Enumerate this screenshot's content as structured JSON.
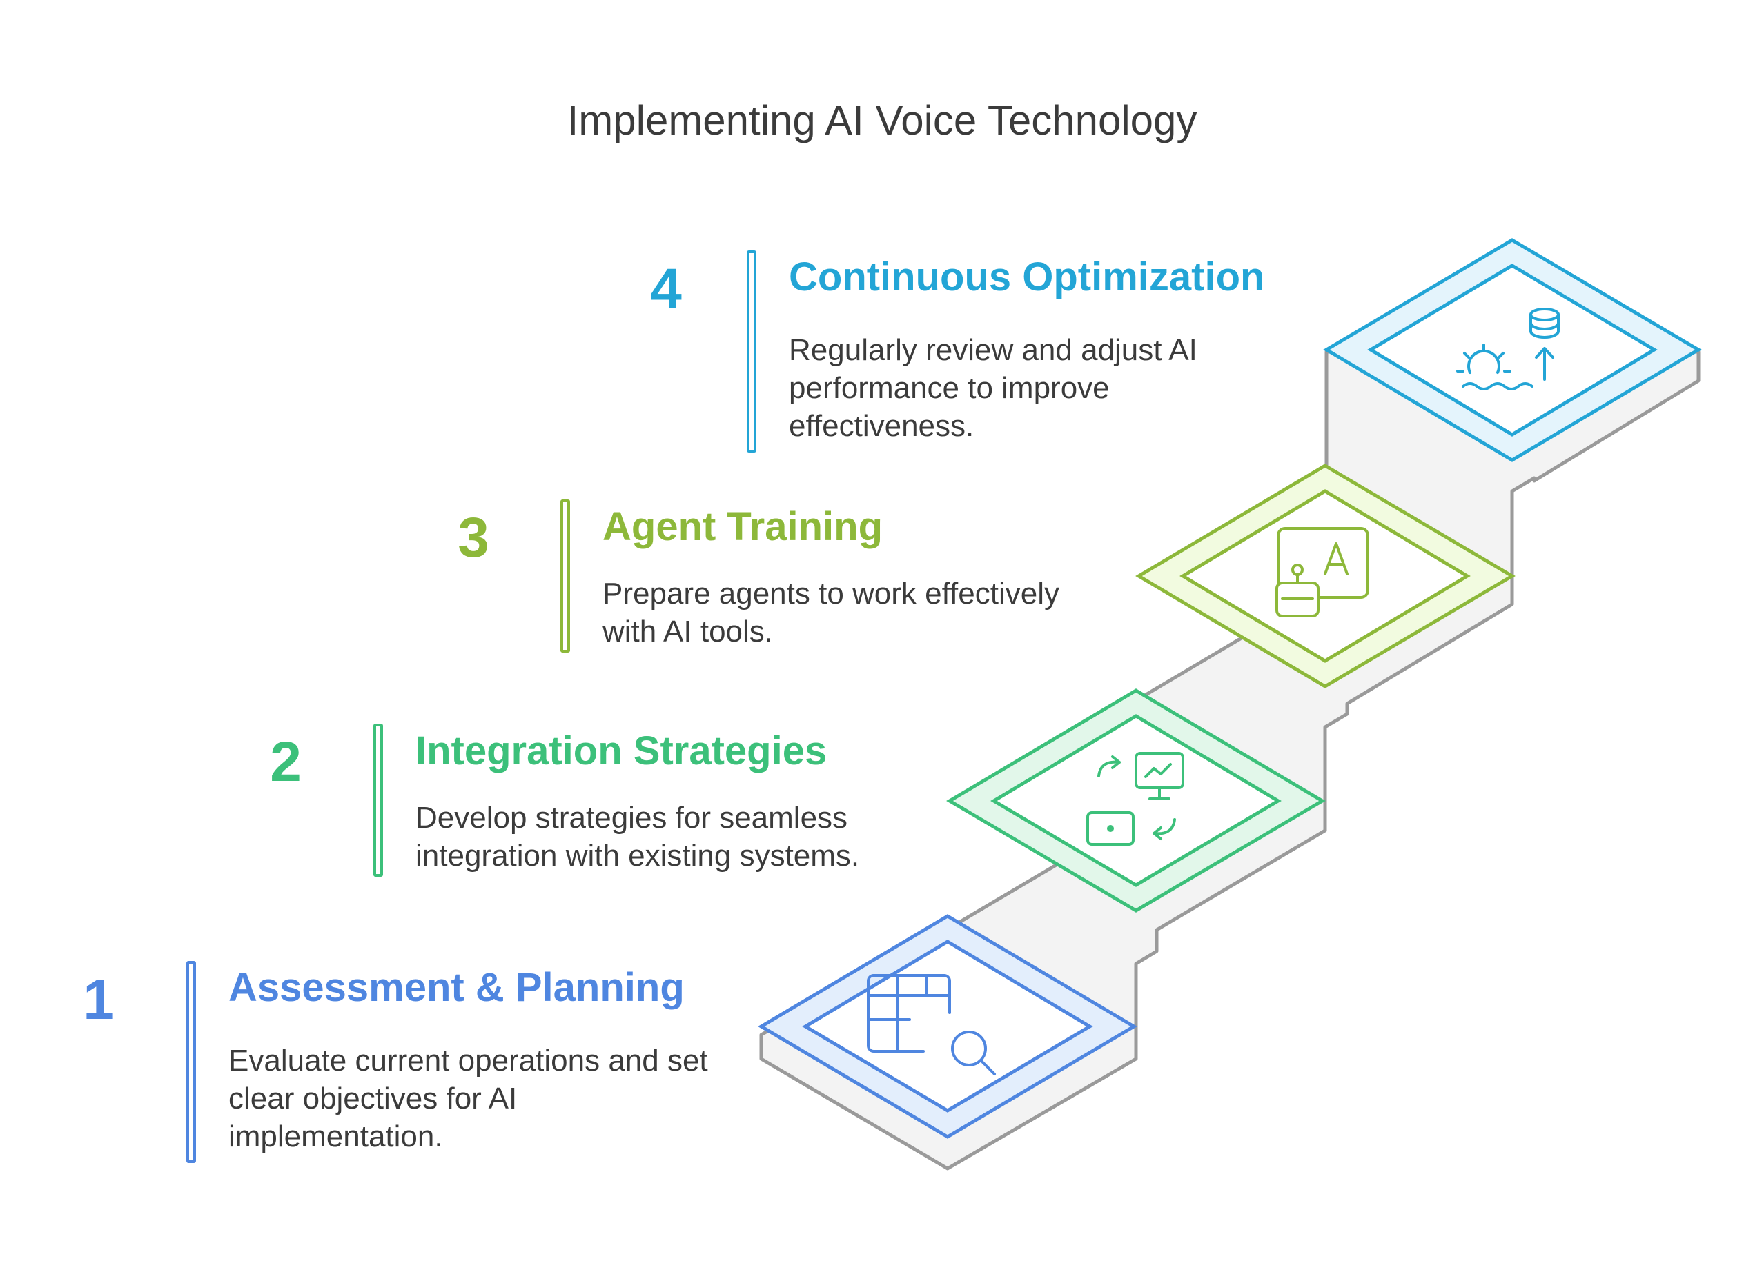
{
  "title": "Implementing AI Voice Technology",
  "colors": {
    "step1": "#4f86e0",
    "step2": "#3cc07a",
    "step3": "#8db83a",
    "step4": "#23a5d6",
    "stair_face": "#f3f3f3",
    "stair_outline": "#9a9a9a"
  },
  "steps": [
    {
      "number": "1",
      "title": "Assessment & Planning",
      "description": "Evaluate current operations and set clear objectives for AI implementation.",
      "icon": "table-search-icon"
    },
    {
      "number": "2",
      "title": "Integration Strategies",
      "description": "Develop strategies for seamless integration with existing systems.",
      "icon": "system-integration-icon"
    },
    {
      "number": "3",
      "title": "Agent Training",
      "description": "Prepare agents to work effectively with AI tools.",
      "icon": "robot-training-icon"
    },
    {
      "number": "4",
      "title": "Continuous Optimization",
      "description": "Regularly review and adjust AI performance to improve effectiveness.",
      "icon": "gear-database-optimization-icon"
    }
  ]
}
